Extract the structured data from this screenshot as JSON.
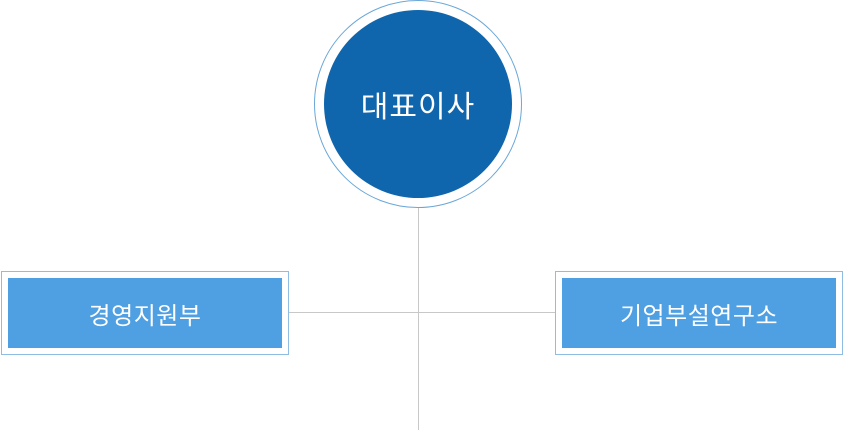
{
  "org_chart": {
    "head": {
      "label": "대표이사"
    },
    "departments": [
      {
        "label": "경영지원부"
      },
      {
        "label": "기업부설연구소"
      }
    ]
  },
  "colors": {
    "head_fill": "#0f66ad",
    "head_ring": "#6aa7d8",
    "department_fill": "#4f9fe3",
    "department_border": "#8fbde3",
    "connector": "#c8c8c8",
    "label_text": "#ffffff"
  }
}
